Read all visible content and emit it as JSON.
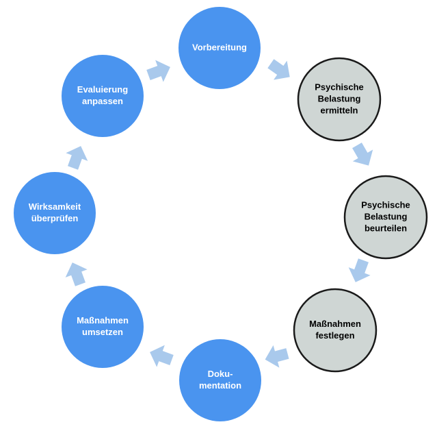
{
  "nodes": [
    {
      "id": "vorbereitung",
      "lines": [
        "Vorbereitung"
      ],
      "style": "blue"
    },
    {
      "id": "ermitteln",
      "lines": [
        "Psychische",
        "Belastung",
        "ermitteln"
      ],
      "style": "gray"
    },
    {
      "id": "beurteilen",
      "lines": [
        "Psychische",
        "Belastung",
        "beurteilen"
      ],
      "style": "gray"
    },
    {
      "id": "festlegen",
      "lines": [
        "Maßnahmen",
        "festlegen"
      ],
      "style": "gray"
    },
    {
      "id": "dokumentation",
      "lines": [
        "Doku-",
        "mentation"
      ],
      "style": "blue"
    },
    {
      "id": "umsetzen",
      "lines": [
        "Maßnahmen",
        "umsetzen"
      ],
      "style": "blue"
    },
    {
      "id": "pruefen",
      "lines": [
        "Wirksamkeit",
        "überprüfen"
      ],
      "style": "blue"
    },
    {
      "id": "anpassen",
      "lines": [
        "Evaluierung",
        "anpassen"
      ],
      "style": "blue"
    }
  ],
  "colors": {
    "blue_fill": "#4a94ef",
    "gray_fill": "#cfd6d4",
    "gray_stroke": "#1a1a1a",
    "arrow_fill": "#a9c9ec"
  }
}
